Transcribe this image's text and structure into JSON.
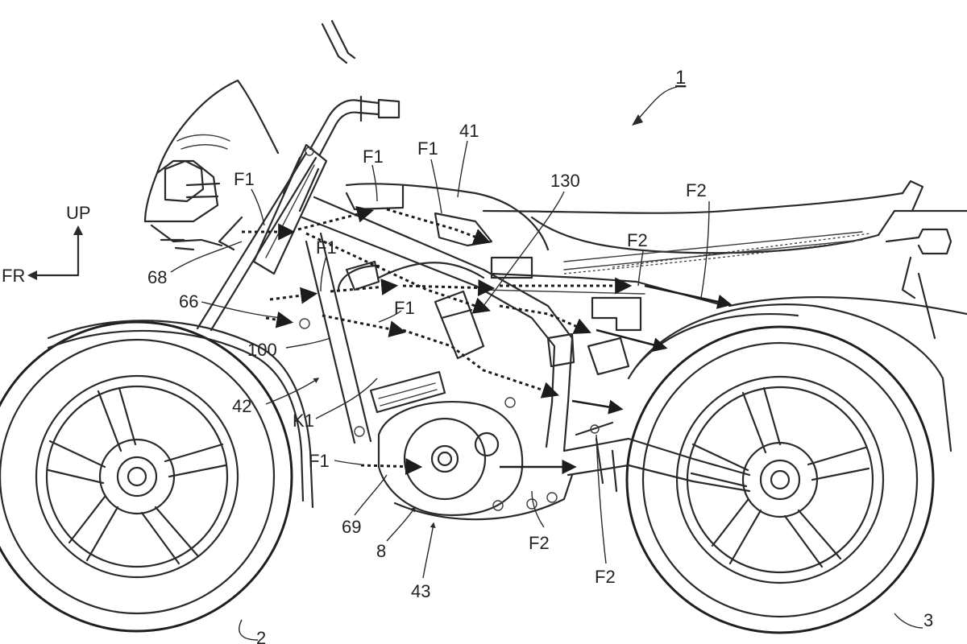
{
  "diagram": {
    "direction_labels": {
      "up": "UP",
      "front": "FR"
    },
    "ref_numerals": {
      "vehicle": "1",
      "front_wheel": "2",
      "rear_wheel": "3",
      "n41": "41",
      "n42": "42",
      "n43": "43",
      "n8": "8",
      "n66": "66",
      "n68": "68",
      "n69": "69",
      "n100": "100",
      "n130": "130",
      "k1": "K1"
    },
    "airflow_labels": {
      "f1": "F1",
      "f2": "F2"
    }
  }
}
